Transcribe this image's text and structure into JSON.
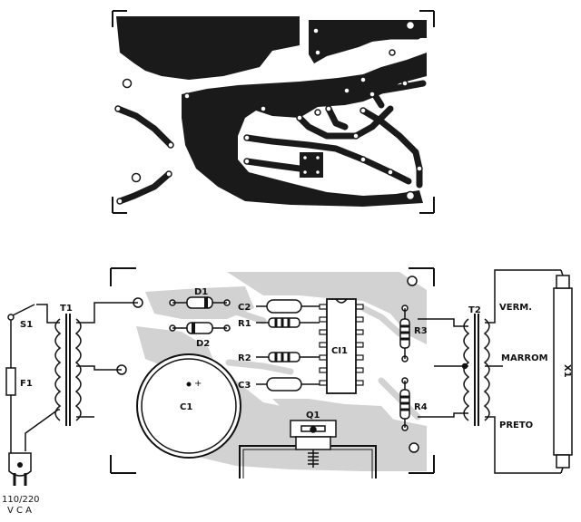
{
  "labels": {
    "s1": "S1",
    "t1": "T1",
    "f1": "F1",
    "supply_voltage": "110/220",
    "supply_type": "V C A",
    "d1": "D1",
    "d2": "D2",
    "c1": "C1",
    "c1_polarity": "+",
    "c2": "C2",
    "c3": "C3",
    "r1": "R1",
    "r2": "R2",
    "r3": "R3",
    "r4": "R4",
    "ci1": "CI1",
    "q1": "Q1",
    "t2": "T2",
    "verm": "VERM.",
    "marrom": "MARROM",
    "preto": "PRETO",
    "x1": "X1"
  },
  "colors": {
    "copper": "#1a1a1a",
    "silkscreen_fill": "#d2d2d2",
    "ink": "#111111",
    "paper": "#ffffff"
  }
}
